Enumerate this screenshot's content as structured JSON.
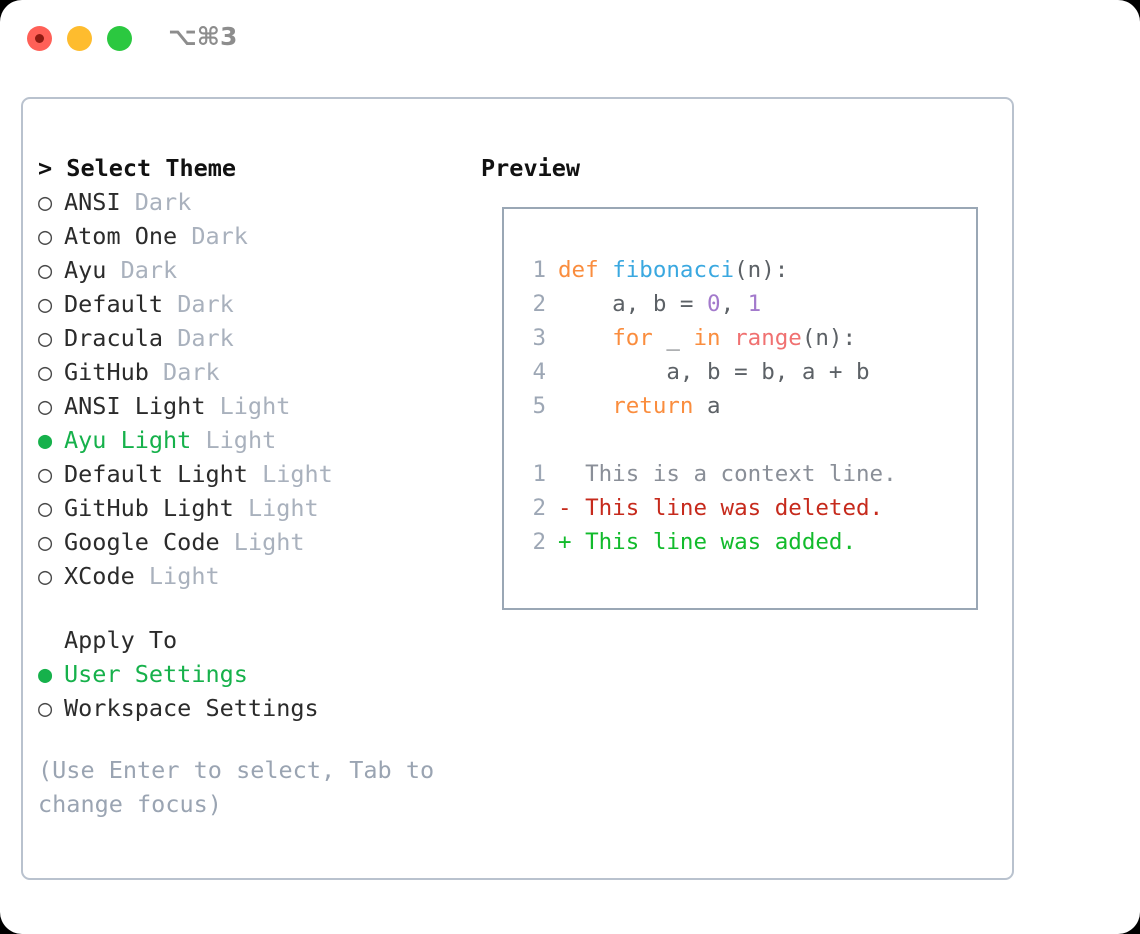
{
  "titlebar": {
    "shortcut": "⌥⌘3",
    "buttons": [
      "close",
      "minimize",
      "maximize"
    ]
  },
  "colors": {
    "accent_green": "#16b14b",
    "muted": "#a9b1bd",
    "hint": "#9aa4b2",
    "panel_border": "#b9c2ce",
    "preview_border": "#9aa7b5",
    "keyword": "#fa8d3e",
    "function": "#3aa8e0",
    "number": "#a37acc",
    "builtin": "#f07171",
    "plain": "#5c6166",
    "line_number": "#9da7b5",
    "diff_context": "#8a8f98",
    "diff_deleted": "#c62a1c",
    "diff_added": "#12bb2c"
  },
  "theme_list": {
    "heading": "> Select Theme",
    "items": [
      {
        "bullet": "○",
        "name": "ANSI",
        "variant": "Dark",
        "selected": false
      },
      {
        "bullet": "○",
        "name": "Atom One",
        "variant": "Dark",
        "selected": false
      },
      {
        "bullet": "○",
        "name": "Ayu",
        "variant": "Dark",
        "selected": false
      },
      {
        "bullet": "○",
        "name": "Default",
        "variant": "Dark",
        "selected": false
      },
      {
        "bullet": "○",
        "name": "Dracula",
        "variant": "Dark",
        "selected": false
      },
      {
        "bullet": "○",
        "name": "GitHub",
        "variant": "Dark",
        "selected": false
      },
      {
        "bullet": "○",
        "name": "ANSI Light",
        "variant": "Light",
        "selected": false
      },
      {
        "bullet": "●",
        "name": "Ayu Light",
        "variant": "Light",
        "selected": true
      },
      {
        "bullet": "○",
        "name": "Default Light",
        "variant": "Light",
        "selected": false
      },
      {
        "bullet": "○",
        "name": "GitHub Light",
        "variant": "Light",
        "selected": false
      },
      {
        "bullet": "○",
        "name": "Google Code",
        "variant": "Light",
        "selected": false
      },
      {
        "bullet": "○",
        "name": "XCode",
        "variant": "Light",
        "selected": false
      }
    ]
  },
  "apply_to": {
    "heading": "Apply To",
    "items": [
      {
        "bullet": "●",
        "label": "User Settings",
        "selected": true
      },
      {
        "bullet": "○",
        "label": "Workspace Settings",
        "selected": false
      }
    ]
  },
  "hint": "(Use Enter to select, Tab to change focus)",
  "preview": {
    "title": "Preview",
    "code_lines": [
      {
        "n": "1",
        "tokens": [
          {
            "t": "def ",
            "c": "kw"
          },
          {
            "t": "fibonacci",
            "c": "fn"
          },
          {
            "t": "(n):",
            "c": "pl"
          }
        ]
      },
      {
        "n": "2",
        "tokens": [
          {
            "t": "    a, b = ",
            "c": "pl"
          },
          {
            "t": "0",
            "c": "num"
          },
          {
            "t": ", ",
            "c": "pl"
          },
          {
            "t": "1",
            "c": "num"
          }
        ]
      },
      {
        "n": "3",
        "tokens": [
          {
            "t": "    ",
            "c": "pl"
          },
          {
            "t": "for",
            "c": "kw"
          },
          {
            "t": " _ ",
            "c": "pl"
          },
          {
            "t": "in",
            "c": "kw"
          },
          {
            "t": " ",
            "c": "pl"
          },
          {
            "t": "range",
            "c": "bi"
          },
          {
            "t": "(n):",
            "c": "pl"
          }
        ]
      },
      {
        "n": "4",
        "tokens": [
          {
            "t": "        a, b = b, a + b",
            "c": "pl"
          }
        ]
      },
      {
        "n": "5",
        "tokens": [
          {
            "t": "    ",
            "c": "pl"
          },
          {
            "t": "return",
            "c": "kw"
          },
          {
            "t": " a",
            "c": "pl"
          }
        ]
      }
    ],
    "diff_lines": [
      {
        "n": "1",
        "marker": " ",
        "text": " This is a context line.",
        "kind": "diff-ctx"
      },
      {
        "n": "2",
        "marker": "-",
        "text": " This line was deleted.",
        "kind": "diff-del"
      },
      {
        "n": "2",
        "marker": "+",
        "text": " This line was added.",
        "kind": "diff-add"
      }
    ]
  }
}
